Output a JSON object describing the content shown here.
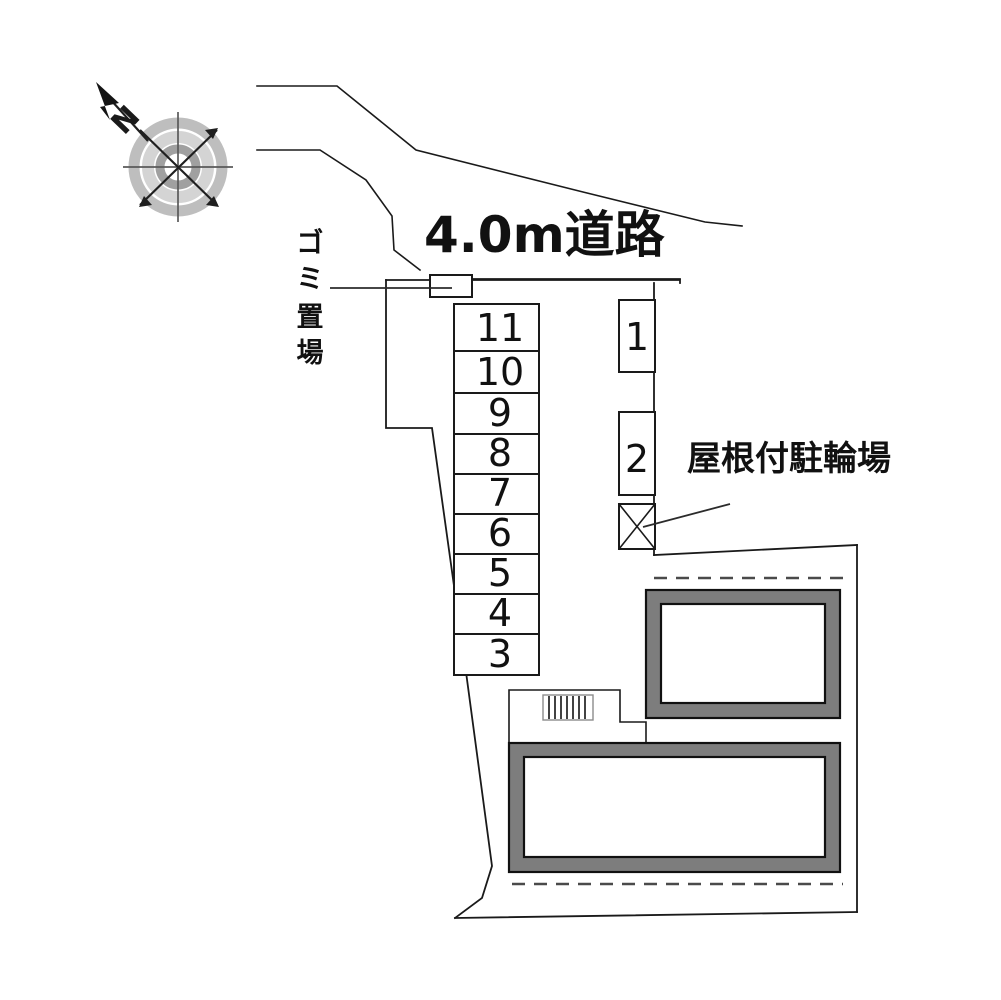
{
  "plan": {
    "kind": "property-site-plan",
    "background_color": "#ffffff",
    "line_color": "#1a1a1a",
    "wall_color": "#7d7d7d",
    "road_label": "4.0m道路",
    "trash_label": "ゴミ置場",
    "trash_label_chars": [
      "ゴ",
      "ミ",
      "置",
      "場"
    ],
    "bicycle_label": "屋根付駐輪場",
    "compass": {
      "direction_letter": "N",
      "points_to": "northwest"
    },
    "parking": {
      "left_column_label": "parking-stalls-left",
      "left_stalls": [
        {
          "number": "11"
        },
        {
          "number": "10"
        },
        {
          "number": "9"
        },
        {
          "number": "8"
        },
        {
          "number": "7"
        },
        {
          "number": "6"
        },
        {
          "number": "5"
        },
        {
          "number": "4"
        },
        {
          "number": "3"
        }
      ],
      "right_stalls": [
        {
          "number": "1"
        },
        {
          "number": "2"
        }
      ]
    },
    "buildings": [
      {
        "name": "upper-building"
      },
      {
        "name": "lower-building"
      }
    ],
    "features": [
      {
        "name": "covered-bicycle-parking"
      },
      {
        "name": "stairs"
      },
      {
        "name": "garbage-enclosure"
      }
    ]
  }
}
